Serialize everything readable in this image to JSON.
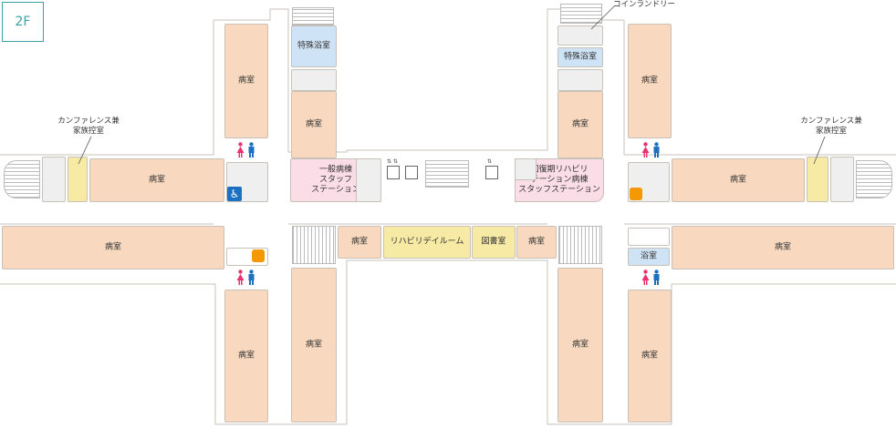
{
  "floor": {
    "label": "2F"
  },
  "rooms": {
    "ward": "病室",
    "special_bath": "特殊浴室",
    "bath": "浴室",
    "conference": "カンファレンス兼\n家族控室",
    "general_station": "一般病棟\nスタッフ\nステーション",
    "rehab_station": "回復期リハビリ\nテーション病棟\nスタッフステーション",
    "rehab_room": "リハビリデイルーム",
    "library": "図書室",
    "coin_laundry": "コインランドリー"
  },
  "colors": {
    "ward": "#f8d9bf",
    "bath": "#cfe3f6",
    "conference": "#f6eaa4",
    "station": "#fadde6",
    "floor_badge": "#3aa4a4",
    "female_icon": "#e8336f",
    "male_icon": "#1d6fbf",
    "accessible_icon": "#1d6fbf",
    "hot_water_icon": "#f39800"
  },
  "icons": [
    "restroom-female-icon",
    "restroom-male-icon",
    "wheelchair-icon",
    "hot-water-icon",
    "elevator-icon",
    "stairs-icon"
  ]
}
